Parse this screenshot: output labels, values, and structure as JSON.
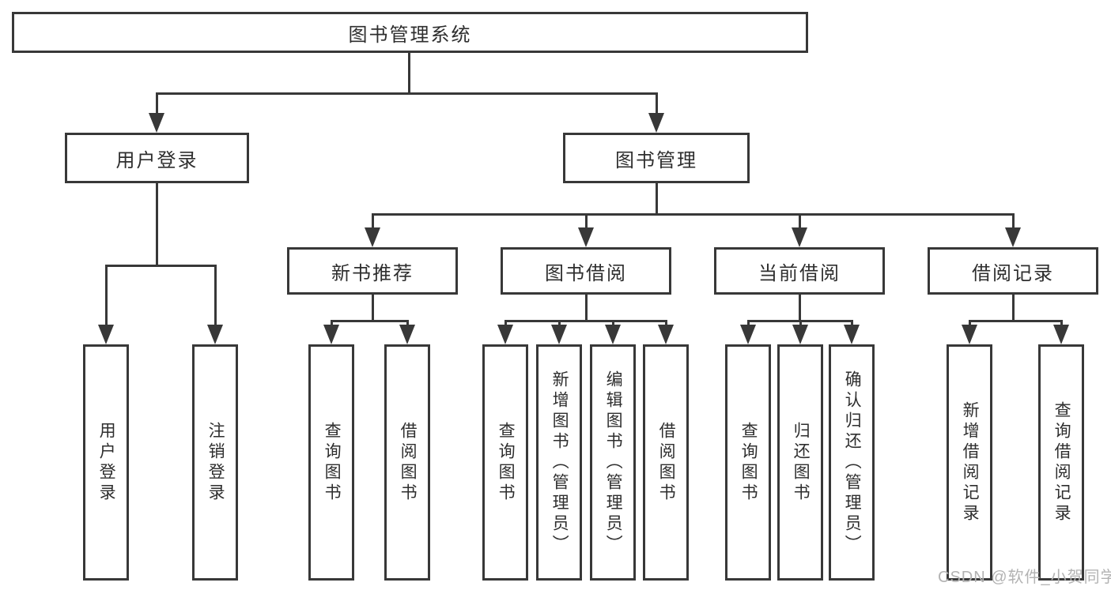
{
  "diagram": {
    "root": {
      "label": "图书管理系统"
    },
    "branches": [
      {
        "label": "用户登录",
        "children": [
          {
            "label": "用户登录"
          },
          {
            "label": "注销登录"
          }
        ]
      },
      {
        "label": "图书管理",
        "children": [
          {
            "label": "新书推荐",
            "children": [
              {
                "label": "查询图书"
              },
              {
                "label": "借阅图书"
              }
            ]
          },
          {
            "label": "图书借阅",
            "children": [
              {
                "label": "查询图书"
              },
              {
                "label": "新增图书（管理员）"
              },
              {
                "label": "编辑图书（管理员）"
              },
              {
                "label": "借阅图书"
              }
            ]
          },
          {
            "label": "当前借阅",
            "children": [
              {
                "label": "查询图书"
              },
              {
                "label": "归还图书"
              },
              {
                "label": "确认归还（管理员）"
              }
            ]
          },
          {
            "label": "借阅记录",
            "children": [
              {
                "label": "新增借阅记录"
              },
              {
                "label": "查询借阅记录"
              }
            ]
          }
        ]
      }
    ]
  },
  "watermark": {
    "text": "CSDN @软件_小贺同学"
  },
  "colors": {
    "line": "#383838",
    "text": "#2e2e2e",
    "box_background": "#ffffff",
    "page_background": "#ffffff",
    "watermark": "#b3b3b3"
  }
}
